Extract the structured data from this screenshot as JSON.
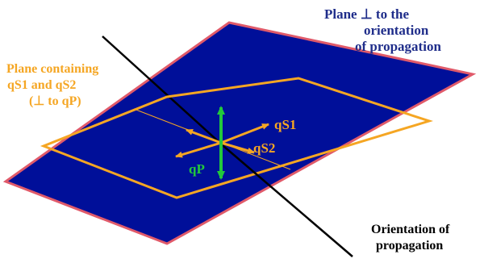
{
  "colors": {
    "plane_fill": "#000f99",
    "plane_stroke": "#e05a6a",
    "orange": "#f5a623",
    "green": "#22c83c",
    "navy_text": "#1f2d8a",
    "black": "#000000"
  },
  "labels": {
    "perp_plane": {
      "line1": "Plane ⊥ to the",
      "line2": "orientation",
      "line3": "of propagation"
    },
    "containing_plane": {
      "line1": "Plane containing",
      "line2": "qS1 and qS2",
      "line3": "(⊥ to qP)"
    },
    "axis": {
      "line1": "Orientation of",
      "line2": "propagation"
    },
    "vectors": {
      "qS1": "qS1",
      "qS2": "qS2",
      "qP": "qP"
    }
  }
}
